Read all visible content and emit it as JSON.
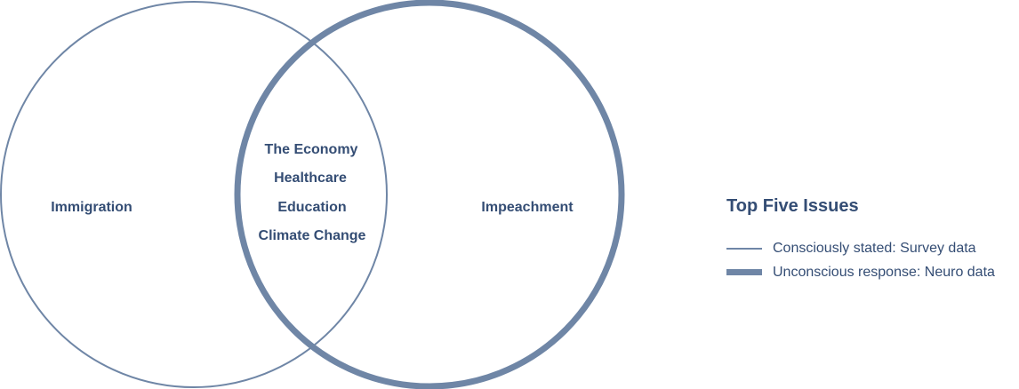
{
  "colors": {
    "stroke": "#6f86a6",
    "text": "#344d74"
  },
  "venn": {
    "left_circle": {
      "series": "survey",
      "label": "Immigration"
    },
    "right_circle": {
      "series": "neuro",
      "label": "Impeachment"
    },
    "overlap_items": [
      "The Economy",
      "Healthcare",
      "Education",
      "Climate Change"
    ]
  },
  "legend": {
    "title": "Top Five Issues",
    "items": [
      {
        "style": "thin",
        "label": "Consciously stated: Survey data"
      },
      {
        "style": "thick",
        "label": "Unconscious response: Neuro data"
      }
    ]
  }
}
